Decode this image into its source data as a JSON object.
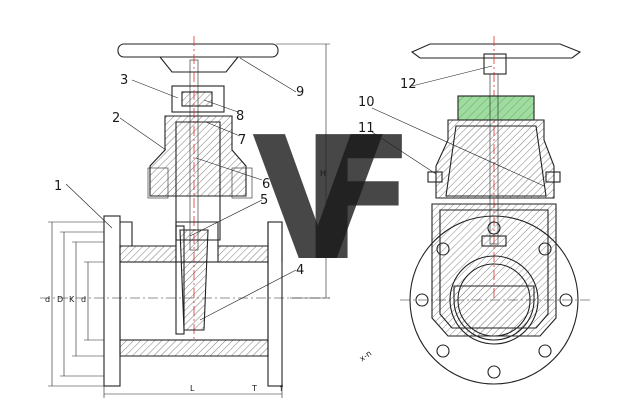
{
  "watermark": {
    "letter_v": "V",
    "letter_f": "F",
    "color_v": "#9fc3e6",
    "color_f": "#f7d79a"
  },
  "callouts_left": [
    "1",
    "2",
    "3",
    "4",
    "5",
    "6",
    "7",
    "8",
    "9"
  ],
  "callouts_right": [
    "10",
    "11",
    "12"
  ],
  "dimensions": {
    "height": "H",
    "length": "L",
    "t": "T",
    "f": "f",
    "d": "d",
    "D": "D",
    "K": "K",
    "d1": "d",
    "bolts": "x-n"
  },
  "colors": {
    "line": "#222222",
    "centerline": "#e0302a",
    "seal_green": "#9fdc9f"
  }
}
